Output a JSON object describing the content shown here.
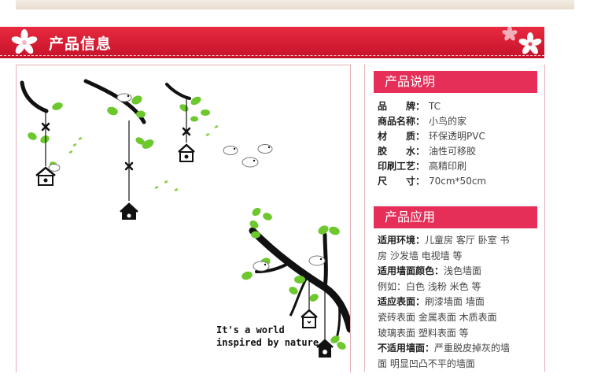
{
  "section_title": "产品信息",
  "product_image": {
    "caption_line1": "It's a world",
    "caption_line2": "inspired by nature."
  },
  "description": {
    "header": "产品说明",
    "specs": [
      {
        "label": "品　　牌：",
        "value": "TC"
      },
      {
        "label": "商品名称：",
        "value": "小鸟的家"
      },
      {
        "label": "材　　质：",
        "value": "环保透明PVC"
      },
      {
        "label": "胶　　水：",
        "value": "油性可移胶"
      },
      {
        "label": "印刷工艺：",
        "value": "高精印刷"
      },
      {
        "label": "尺　　寸：",
        "value": "70cm*50cm"
      }
    ]
  },
  "application": {
    "header": "产品应用",
    "lines": [
      {
        "label": "适用环境：",
        "text": "儿童房 客厅 卧室 书"
      },
      {
        "label": "",
        "text": "房 沙发墙 电视墙 等"
      },
      {
        "label": "适用墙面颜色：",
        "text": "浅色墙面"
      },
      {
        "label": "",
        "text": "例如：白色 浅粉 米色 等"
      },
      {
        "label": "适应表面：",
        "text": "刷漆墙面  墙面"
      },
      {
        "label": "",
        "text": "瓷砖表面 金属表面 木质表面"
      },
      {
        "label": "",
        "text": "玻璃表面 塑料表面 等"
      },
      {
        "label": "不适用墙面：",
        "text": "严重脱皮掉灰的墙"
      },
      {
        "label": "",
        "text": "面 明显凹凸不平的墙面"
      }
    ]
  },
  "colors": {
    "title_bar": "#d81e33",
    "section_header": "#e52f59",
    "leaf_green": "#6cc82d",
    "branch": "#111111"
  }
}
